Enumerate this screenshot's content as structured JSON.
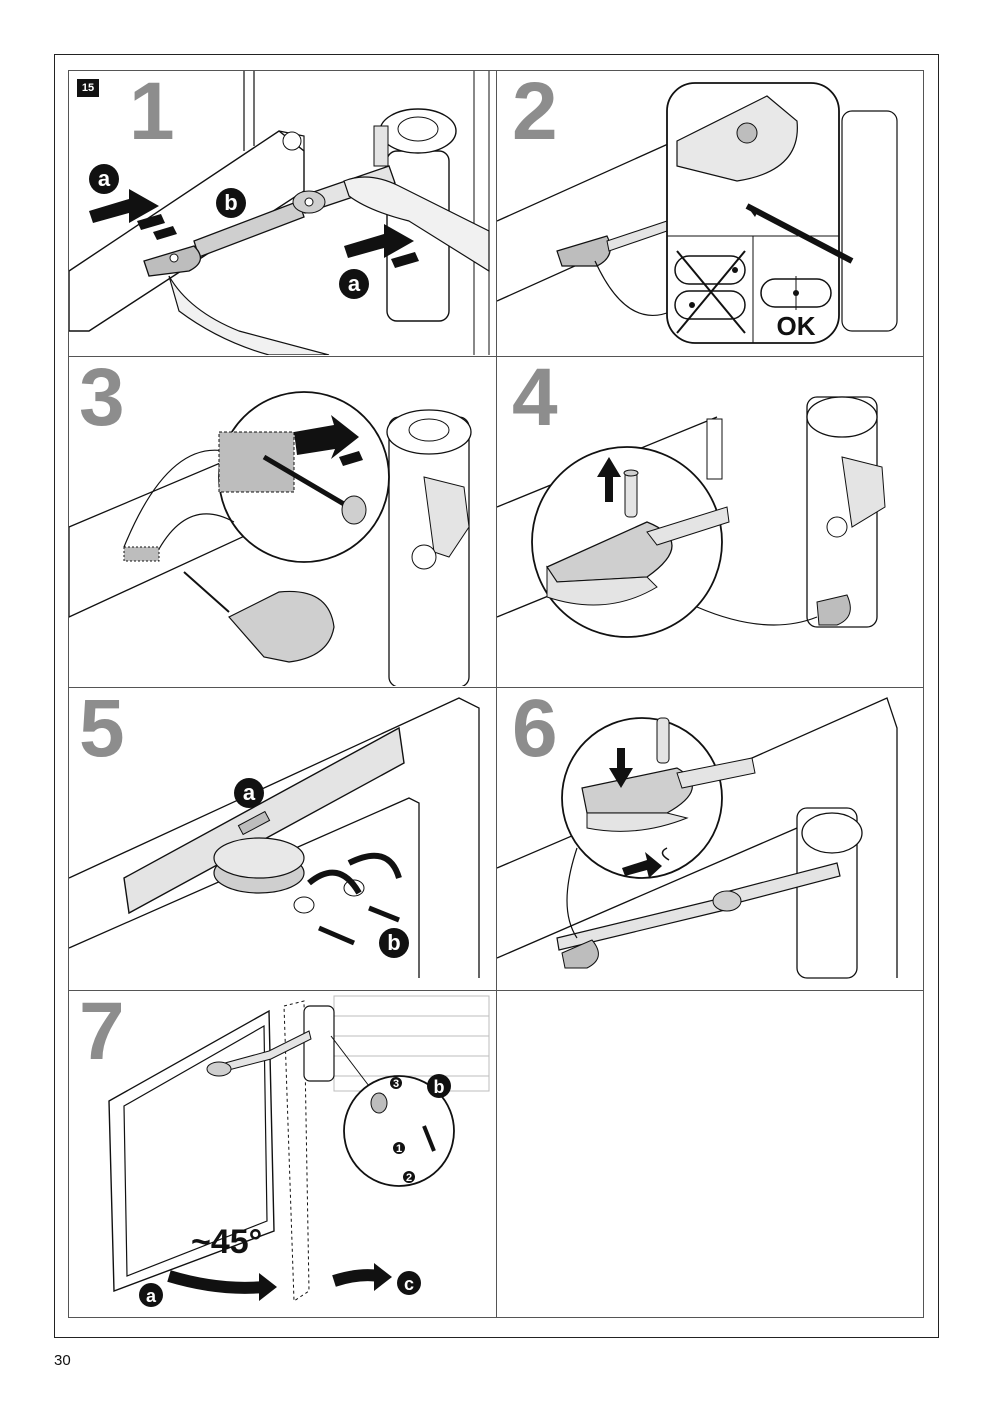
{
  "figure_number": "15",
  "page_number": "30",
  "steps": [
    {
      "number": "1",
      "labels": [
        "a",
        "b",
        "a"
      ]
    },
    {
      "number": "2",
      "labels": [
        "OK"
      ]
    },
    {
      "number": "3",
      "labels": []
    },
    {
      "number": "4",
      "labels": []
    },
    {
      "number": "5",
      "labels": [
        "a",
        "b"
      ]
    },
    {
      "number": "6",
      "labels": []
    },
    {
      "number": "7",
      "labels": [
        "b",
        "a",
        "c"
      ],
      "sub_numbers": [
        "1",
        "2",
        "3"
      ],
      "angle": "~45°"
    }
  ],
  "colors": {
    "ink": "#111111",
    "gray": "#8d8d8d",
    "shade": "#cfcfcf",
    "light": "#ececec"
  }
}
